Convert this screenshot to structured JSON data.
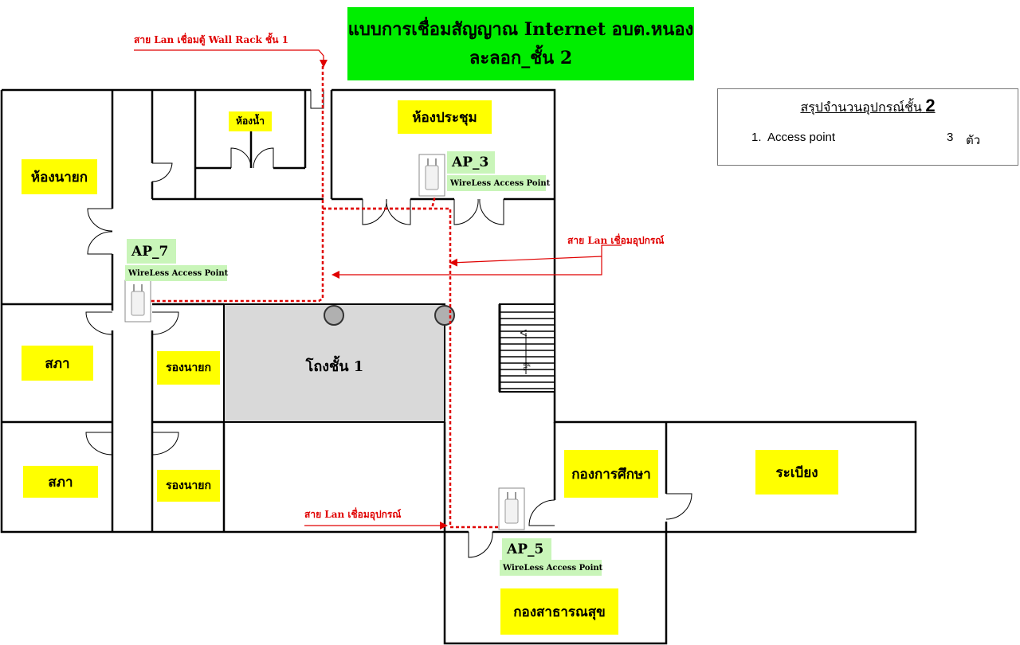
{
  "title": {
    "line1": "แบบการเชื่อมสัญญาณ Internet อบต.หนอง",
    "line2": "ละลอก_ชั้น 2",
    "bg_color": "#00ee00"
  },
  "summary": {
    "heading": "สรุปจำนวนอุปกรณ์ชั้น",
    "heading_number": "2",
    "items": [
      {
        "index": "1.",
        "name": "Access point",
        "count": "3",
        "unit": "ตัว"
      }
    ]
  },
  "rooms": {
    "restroom": "ห้องน้ำ",
    "meeting_room": "ห้องประชุม",
    "mayor_room": "ห้องนายก",
    "council_1": "สภา",
    "council_2": "สภา",
    "deputy_1": "รองนายก",
    "deputy_2": "รองนายก",
    "hall": "โถงชั้น 1",
    "education_division": "กองการศึกษา",
    "balcony": "ระเบียง",
    "public_health_division": "กองสาธารณสุข",
    "stairs_mark": "ขึ้น"
  },
  "access_points": [
    {
      "name": "AP_3",
      "description": "WireLess Access Point"
    },
    {
      "name": "AP_7",
      "description": "WireLess Access Point"
    },
    {
      "name": "AP_5",
      "description": "WireLess Access Point"
    }
  ],
  "cable_labels": {
    "wall_rack": "สาย Lan เชื่อมตู้ Wall Rack ชั้น 1",
    "device_right": "สาย Lan เชื่อมอุปกรณ์",
    "device_bottom": "สาย Lan เชื่อมอุปกรณ์"
  },
  "colors": {
    "room_label": "#ffff00",
    "ap_label": "#c9f5b9",
    "cable": "#e00000",
    "hall_fill": "#d9d9d9"
  }
}
